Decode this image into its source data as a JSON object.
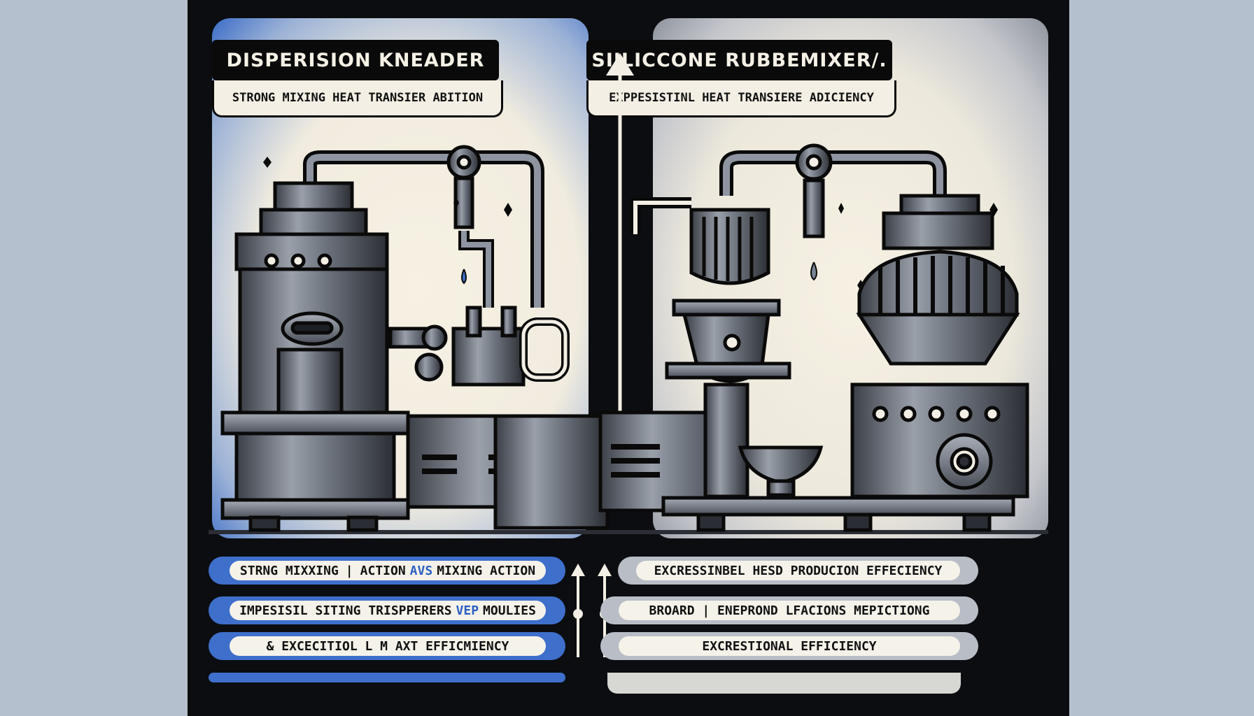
{
  "left": {
    "title": "DISPERISION  KNEADER",
    "subtitle": "STRONG MIXING   HEAT TRANSIER ABITION",
    "rows": [
      {
        "a": "STRNG MIXXING",
        "sep": "|",
        "b": "ACTION",
        "hl": "AVS",
        "c": "MIXING ACTION"
      },
      {
        "a": "IMPESISIL SITING TRISPPERERS",
        "sep": "",
        "b": "",
        "hl": "VEP",
        "c": "MOULIES"
      },
      {
        "a": "& EXCECITIOL L M AXT EFFICMIENCY",
        "sep": "",
        "b": "",
        "hl": "",
        "c": ""
      }
    ]
  },
  "right": {
    "title": "SIILICCONE  RUBBEMIXER/.",
    "subtitle": "EXPPESISTINL  HEAT TRANSIERE    ADICIENCY",
    "rows": [
      {
        "text": "EXCRESSINBEL HESD PRODUCION EFFECIENCY"
      },
      {
        "text": "BROARD  |  ENEPROND LFACIONS MEPICTIONG"
      },
      {
        "text": "EXCRESTIONAL EFFICIENCY"
      }
    ]
  },
  "colors": {
    "accent_blue": "#3e6fcb",
    "ink": "#0a0a0a",
    "paper": "#f3efe4"
  }
}
